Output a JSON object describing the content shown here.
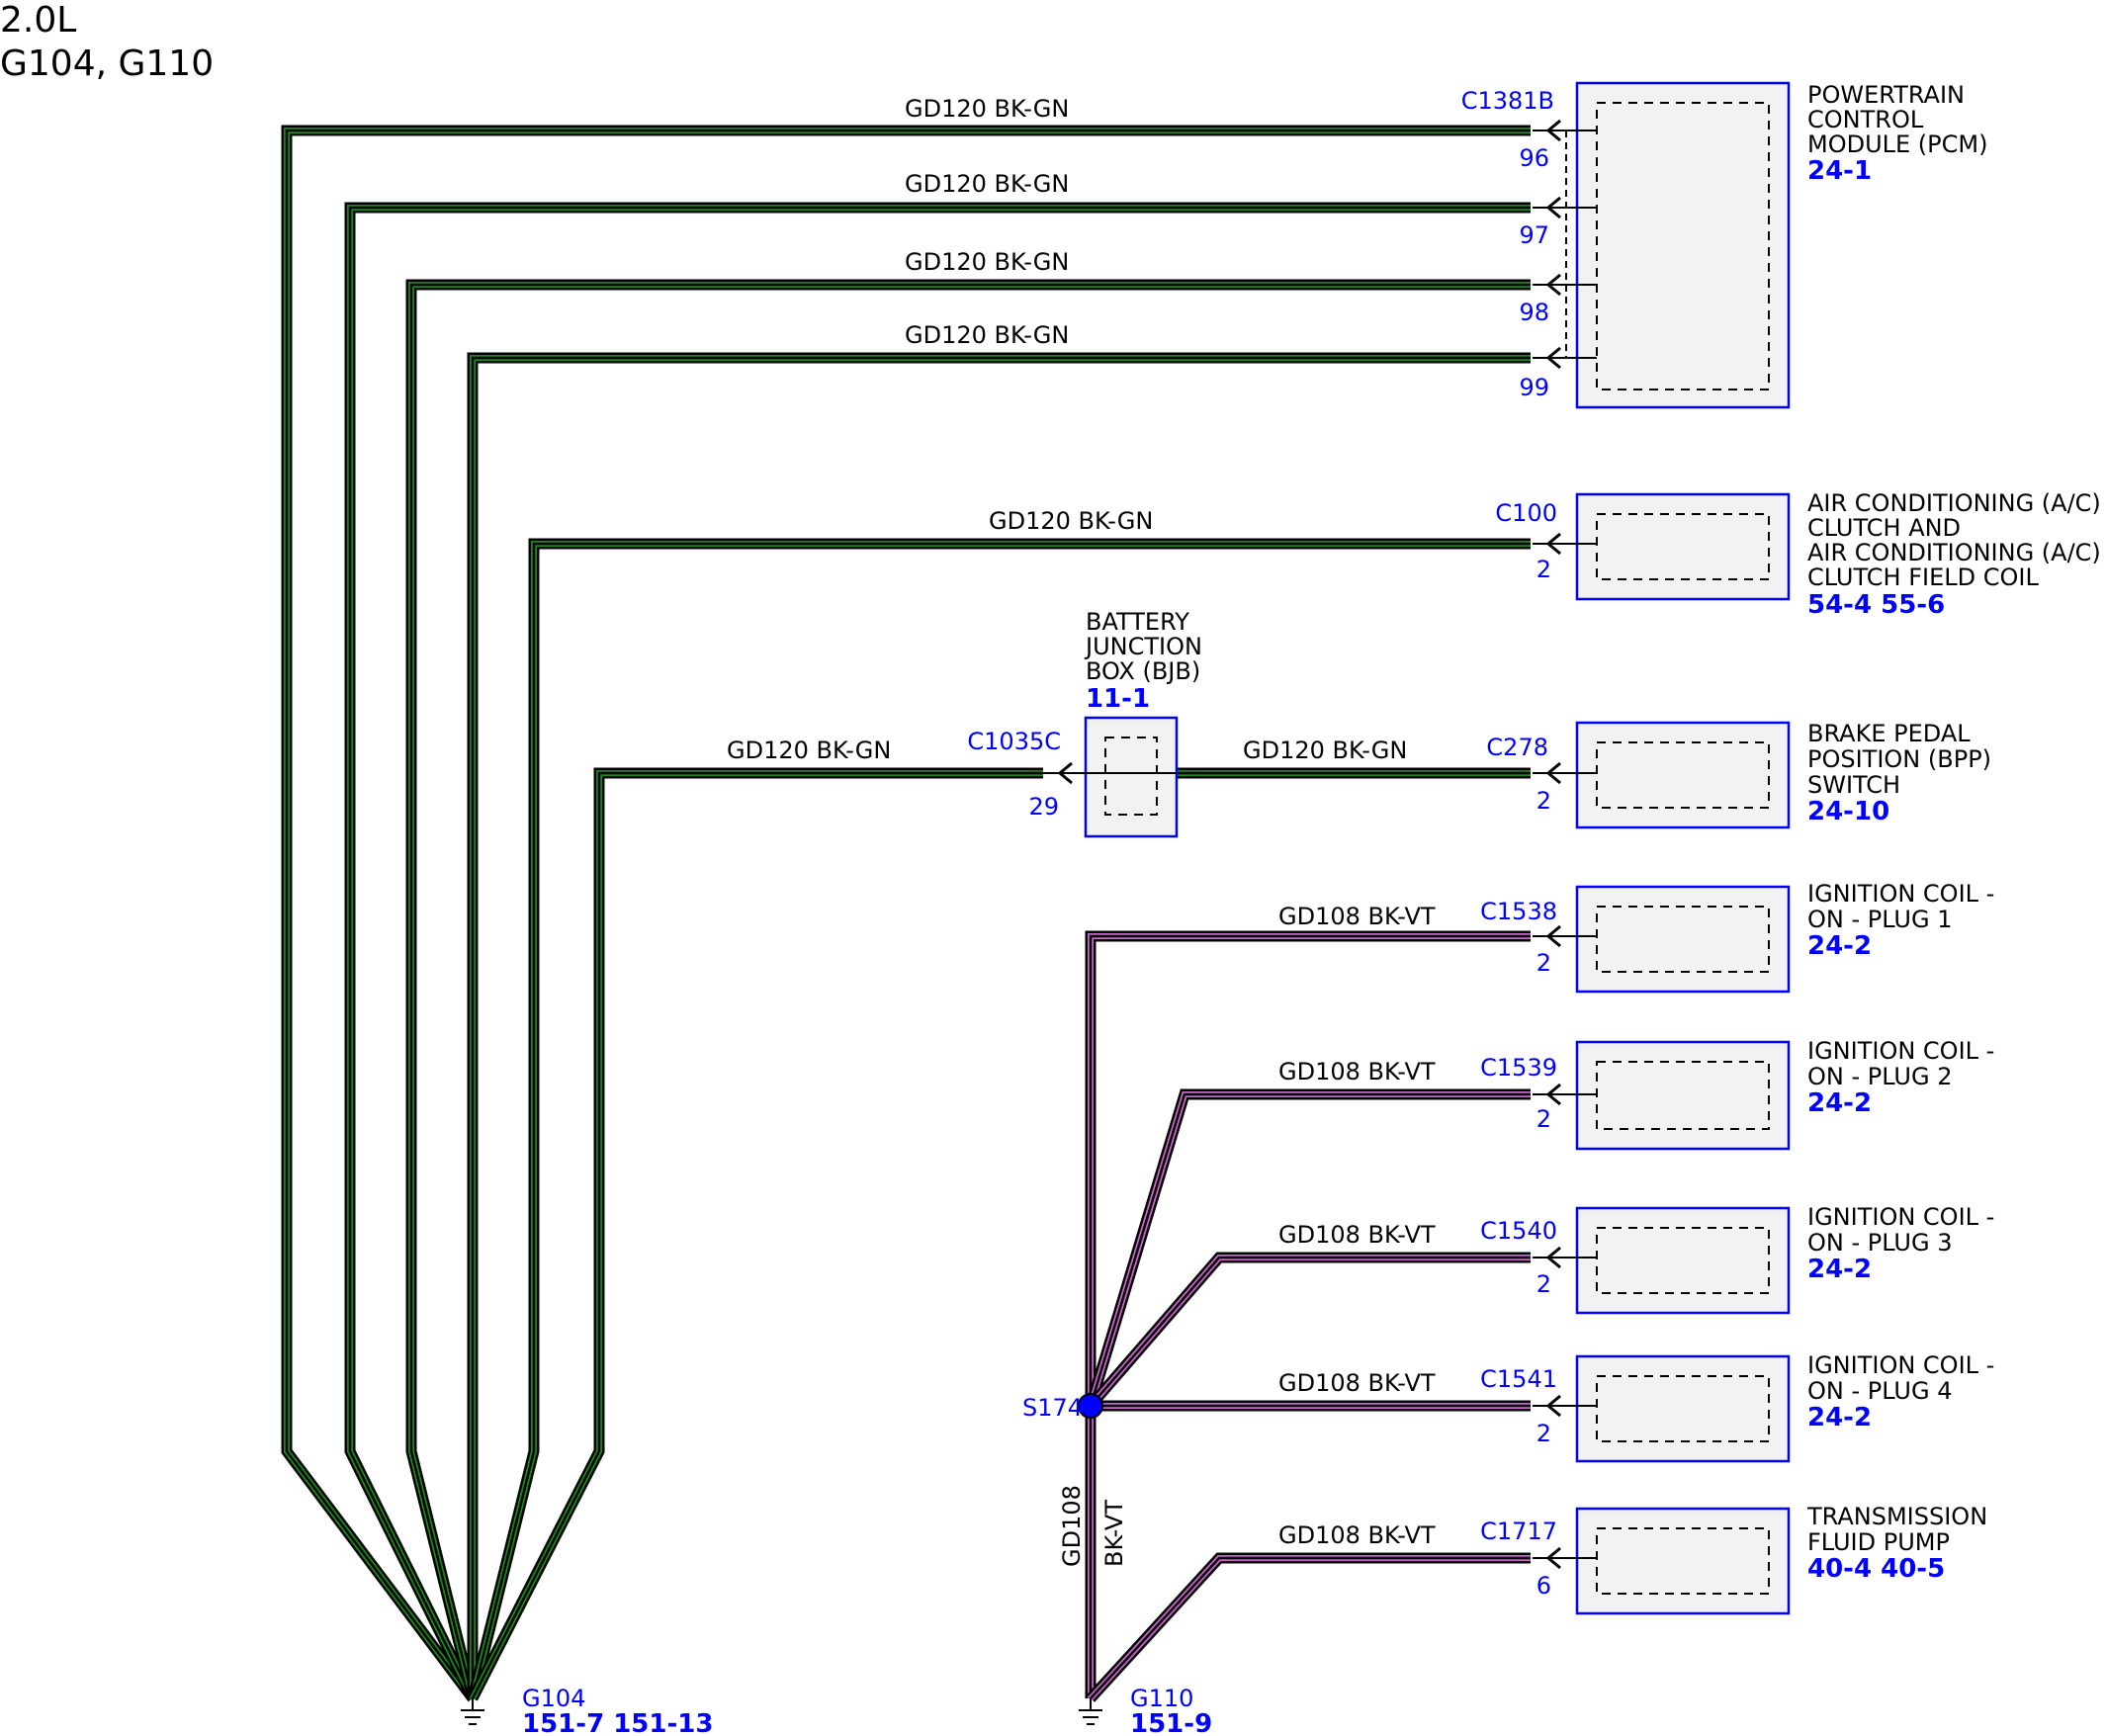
{
  "header": {
    "engine": "2.0L",
    "grounds": "G104, G110"
  },
  "wires": {
    "gn": "GD120  BK-GN",
    "vt": "GD108  BK-VT",
    "vt_circuit": "GD108",
    "vt_color": "BK-VT"
  },
  "colors": {
    "connector": "#0000ff",
    "bk_gn": "#1a8a1a",
    "bk_vt": "#cc66cc"
  },
  "components": {
    "pcm": {
      "lines": [
        "POWERTRAIN",
        "CONTROL",
        "MODULE (PCM)"
      ],
      "refs": "24-1",
      "connector": "C1381B",
      "pins": [
        "96",
        "97",
        "98",
        "99"
      ]
    },
    "ac": {
      "lines": [
        "AIR CONDITIONING (A/C)",
        "CLUTCH AND",
        "AIR CONDITIONING (A/C)",
        "CLUTCH FIELD COIL"
      ],
      "refs": "54-4  55-6",
      "connector": "C100",
      "pin": "2"
    },
    "bjb": {
      "lines": [
        "BATTERY",
        "JUNCTION",
        "BOX (BJB)"
      ],
      "refs": "11-1",
      "connector": "C1035C",
      "pin": "29"
    },
    "bpp": {
      "lines": [
        "BRAKE PEDAL",
        "POSITION (BPP)",
        "SWITCH"
      ],
      "refs": "24-10",
      "connector": "C278",
      "pin": "2"
    },
    "coil1": {
      "lines": [
        "IGNITION COIL -",
        "ON - PLUG 1"
      ],
      "refs": "24-2",
      "connector": "C1538",
      "pin": "2"
    },
    "coil2": {
      "lines": [
        "IGNITION COIL -",
        "ON - PLUG 2"
      ],
      "refs": "24-2",
      "connector": "C1539",
      "pin": "2"
    },
    "coil3": {
      "lines": [
        "IGNITION COIL -",
        "ON - PLUG 3"
      ],
      "refs": "24-2",
      "connector": "C1540",
      "pin": "2"
    },
    "coil4": {
      "lines": [
        "IGNITION COIL -",
        "ON - PLUG 4"
      ],
      "refs": "24-2",
      "connector": "C1541",
      "pin": "2"
    },
    "tfp": {
      "lines": [
        "TRANSMISSION",
        "FLUID PUMP"
      ],
      "refs": "40-4  40-5",
      "connector": "C1717",
      "pin": "6"
    }
  },
  "splice": {
    "label": "S174"
  },
  "grounds": {
    "g104": {
      "label": "G104",
      "refs": "151-7  151-13"
    },
    "g110": {
      "label": "G110",
      "refs": "151-9"
    }
  }
}
